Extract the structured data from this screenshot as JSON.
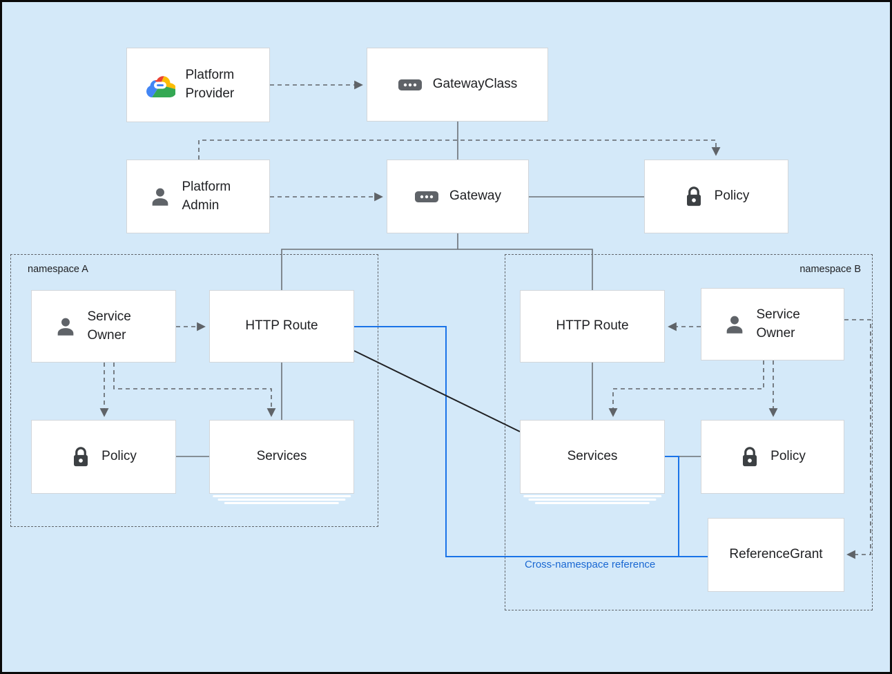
{
  "nodes": {
    "platform_provider": "Platform Provider",
    "gateway_class": "GatewayClass",
    "platform_admin": "Platform Admin",
    "gateway": "Gateway",
    "policy_top": "Policy",
    "service_owner_a": "Service Owner",
    "http_route_a": "HTTP Route",
    "policy_a": "Policy",
    "services_a": "Services",
    "http_route_b": "HTTP Route",
    "service_owner_b": "Service Owner",
    "services_b": "Services",
    "policy_b": "Policy",
    "reference_grant": "ReferenceGrant"
  },
  "namespaces": {
    "a_label": "namespace A",
    "b_label": "namespace B"
  },
  "annotations": {
    "cross_namespace_label": "Cross-namespace reference"
  },
  "icons": {
    "platform_provider": "google-cloud-icon",
    "platform_admin": "person-icon",
    "service_owner_a": "person-icon",
    "service_owner_b": "person-icon",
    "gateway_class": "gateway-chip-icon",
    "gateway": "gateway-chip-icon",
    "policy": "lock-icon"
  },
  "colors": {
    "background": "#d4e9f9",
    "box_border": "#d2d6da",
    "line_gray": "#5f6368",
    "accent_blue": "#1a73e8",
    "annotation_blue": "#1967d2",
    "black_line": "#202124",
    "brand_blue": "#4285F4",
    "brand_red": "#EA4335",
    "brand_yellow": "#FBBC05",
    "brand_green": "#34A853"
  },
  "edges": [
    {
      "from": "platform_provider",
      "to": "gateway_class",
      "style": "dashed-arrow"
    },
    {
      "from": "platform_admin",
      "to": "policy_top",
      "style": "dashed-arrow"
    },
    {
      "from": "platform_admin",
      "to": "gateway",
      "style": "dashed-arrow"
    },
    {
      "from": "gateway_class",
      "to": "gateway",
      "style": "solid"
    },
    {
      "from": "gateway",
      "to": "policy_top",
      "style": "solid"
    },
    {
      "from": "gateway",
      "to": "http_route_a",
      "style": "solid"
    },
    {
      "from": "gateway",
      "to": "http_route_b",
      "style": "solid"
    },
    {
      "from": "service_owner_a",
      "to": "http_route_a",
      "style": "dashed-arrow"
    },
    {
      "from": "service_owner_a",
      "to": "policy_a",
      "style": "dashed-arrow"
    },
    {
      "from": "service_owner_a",
      "to": "services_a",
      "style": "dashed-arrow"
    },
    {
      "from": "http_route_a",
      "to": "services_a",
      "style": "solid"
    },
    {
      "from": "policy_a",
      "to": "services_a",
      "style": "solid"
    },
    {
      "from": "service_owner_b",
      "to": "http_route_b",
      "style": "dashed-arrow"
    },
    {
      "from": "service_owner_b",
      "to": "policy_b",
      "style": "dashed-arrow"
    },
    {
      "from": "service_owner_b",
      "to": "services_b",
      "style": "dashed-arrow"
    },
    {
      "from": "service_owner_b",
      "to": "reference_grant",
      "style": "dashed-arrow"
    },
    {
      "from": "http_route_b",
      "to": "services_b",
      "style": "solid"
    },
    {
      "from": "services_b",
      "to": "policy_b",
      "style": "solid"
    },
    {
      "from": "http_route_a",
      "to": "services_b",
      "style": "solid-black"
    },
    {
      "from": "http_route_a",
      "to": "reference_grant",
      "style": "blue"
    },
    {
      "from": "services_b",
      "to": "reference_grant",
      "style": "blue"
    }
  ]
}
